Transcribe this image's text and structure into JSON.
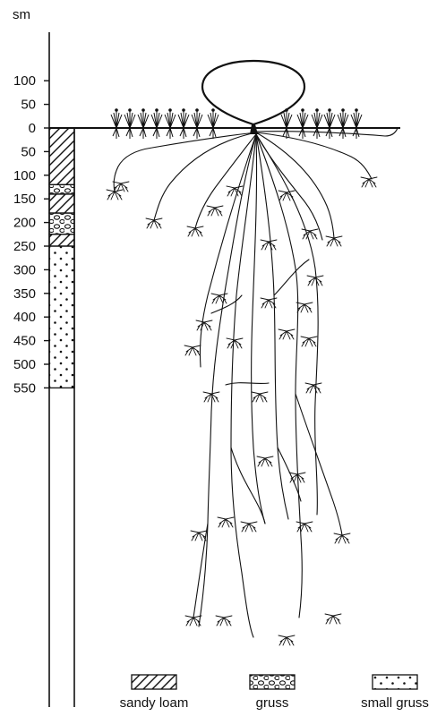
{
  "depth_axis": {
    "unit": "sm",
    "tick_labels": [
      "100",
      "50",
      "0",
      "50",
      "100",
      "150",
      "200",
      "250",
      "300",
      "350",
      "400",
      "450",
      "500",
      "550"
    ]
  },
  "legend": {
    "sandy_loam": "sandy loam",
    "gruss": "gruss",
    "small_gruss": "small gruss"
  },
  "soil_profile": [
    {
      "material": "sandy loam",
      "from": 0,
      "to": 120
    },
    {
      "material": "gruss",
      "from": 120,
      "to": 140
    },
    {
      "material": "sandy loam",
      "from": 140,
      "to": 180
    },
    {
      "material": "gruss",
      "from": 180,
      "to": 225
    },
    {
      "material": "sandy loam",
      "from": 225,
      "to": 250
    },
    {
      "material": "small gruss",
      "from": 250,
      "to": 550
    }
  ],
  "colors": {
    "ink": "#111111",
    "background": "#ffffff"
  }
}
